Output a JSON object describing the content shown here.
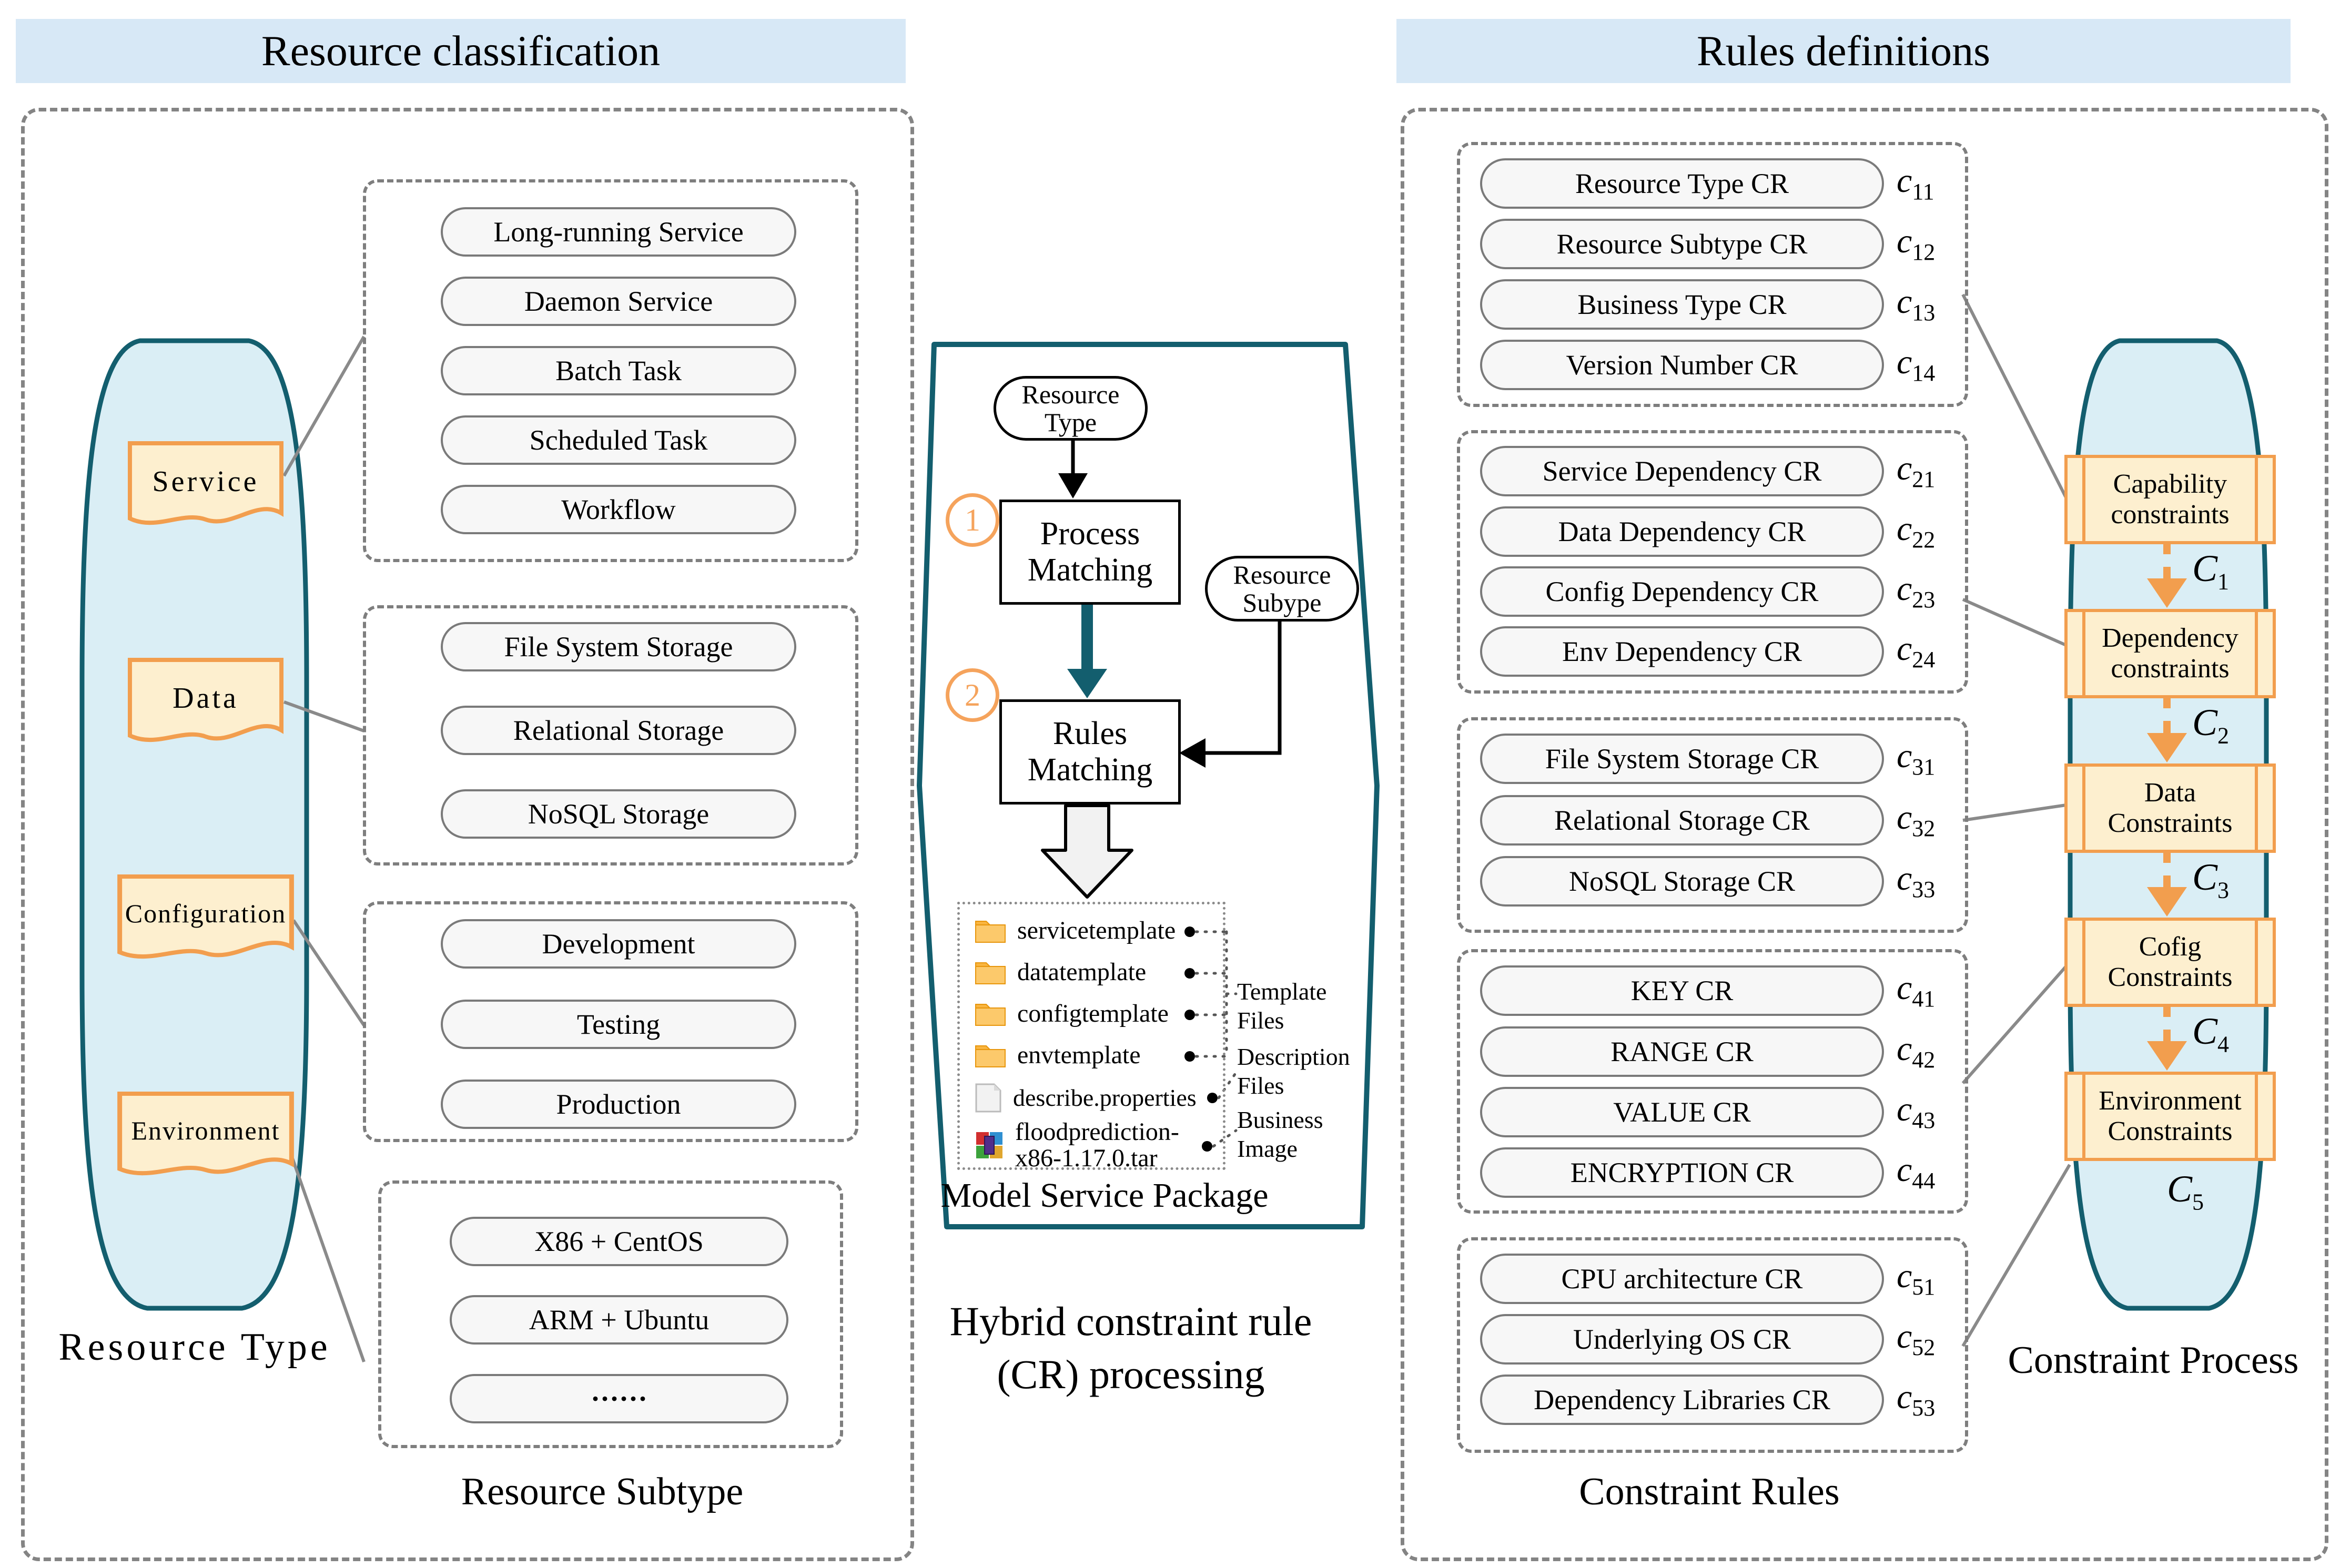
{
  "colors": {
    "header_bg": "#d7e8f6",
    "teal": "#135e6e",
    "blob_fill": "#daeef5",
    "orange": "#f29e4e",
    "orange_light": "#f5a35c",
    "cream_fill": "#fdefcf",
    "pill_fill": "#f7f7f7",
    "dash_gray": "#848484"
  },
  "left": {
    "header": "Resource classification",
    "blob_label": "Resource Type",
    "types": [
      {
        "label": "Service"
      },
      {
        "label": "Data"
      },
      {
        "label": "Configuration"
      },
      {
        "label": "Environment"
      }
    ],
    "subtype_label": "Resource Subtype",
    "groups": [
      {
        "items": [
          "Long-running Service",
          "Daemon Service",
          "Batch Task",
          "Scheduled Task",
          "Workflow"
        ]
      },
      {
        "items": [
          "File System Storage",
          "Relational Storage",
          "NoSQL Storage"
        ]
      },
      {
        "items": [
          "Development",
          "Testing",
          "Production"
        ]
      },
      {
        "items": [
          "X86 + CentOS",
          "ARM + Ubuntu",
          "······"
        ]
      }
    ]
  },
  "middle": {
    "resource_type_oval": {
      "line1": "Resource",
      "line2": "Type"
    },
    "resource_subtype_oval": {
      "line1": "Resource",
      "line2": "Subype"
    },
    "step1": "1",
    "step2": "2",
    "process_matching": {
      "line1": "Process",
      "line2": "Matching"
    },
    "rules_matching": {
      "line1": "Rules",
      "line2": "Matching"
    },
    "package": {
      "files": [
        {
          "icon": "folder-icon",
          "name": "servicetemplate"
        },
        {
          "icon": "folder-icon",
          "name": "datatemplate"
        },
        {
          "icon": "folder-icon",
          "name": "configtemplate"
        },
        {
          "icon": "folder-icon",
          "name": "envtemplate"
        },
        {
          "icon": "file-icon",
          "name": "describe.properties"
        },
        {
          "icon": "archive-icon",
          "name": "floodprediction-",
          "name2": "x86-1.17.0.tar"
        }
      ],
      "annotations": [
        {
          "line1": "Template",
          "line2": "Files"
        },
        {
          "line1": "Description",
          "line2": "Files"
        },
        {
          "line1": "Business",
          "line2": "Image"
        }
      ],
      "label": "Model Service Package"
    },
    "caption": {
      "line1": "Hybrid constraint rule",
      "line2": "(CR) processing"
    }
  },
  "right": {
    "header": "Rules definitions",
    "label": "Constraint Rules",
    "groups": [
      {
        "rows": [
          {
            "label": "Resource Type CR",
            "base": "c",
            "sub": "11"
          },
          {
            "label": "Resource Subtype CR",
            "base": "c",
            "sub": "12"
          },
          {
            "label": "Business Type CR",
            "base": "c",
            "sub": "13"
          },
          {
            "label": "Version Number CR",
            "base": "c",
            "sub": "14"
          }
        ]
      },
      {
        "rows": [
          {
            "label": "Service Dependency CR",
            "base": "c",
            "sub": "21"
          },
          {
            "label": "Data Dependency CR",
            "base": "c",
            "sub": "22"
          },
          {
            "label": "Config Dependency CR",
            "base": "c",
            "sub": "23"
          },
          {
            "label": "Env Dependency CR",
            "base": "c",
            "sub": "24"
          }
        ]
      },
      {
        "rows": [
          {
            "label": "File System Storage CR",
            "base": "c",
            "sub": "31"
          },
          {
            "label": "Relational Storage CR",
            "base": "c",
            "sub": "32"
          },
          {
            "label": "NoSQL Storage CR",
            "base": "c",
            "sub": "33"
          }
        ]
      },
      {
        "rows": [
          {
            "label": "KEY CR",
            "base": "c",
            "sub": "41"
          },
          {
            "label": "RANGE CR",
            "base": "c",
            "sub": "42"
          },
          {
            "label": "VALUE CR",
            "base": "c",
            "sub": "43"
          },
          {
            "label": "ENCRYPTION CR",
            "base": "c",
            "sub": "44"
          }
        ]
      },
      {
        "rows": [
          {
            "label": "CPU architecture CR",
            "base": "c",
            "sub": "51"
          },
          {
            "label": "Underlying OS CR",
            "base": "c",
            "sub": "52"
          },
          {
            "label": "Dependency Libraries CR",
            "base": "c",
            "sub": "53"
          }
        ]
      }
    ]
  },
  "process": {
    "label": "Constraint Process",
    "steps": [
      {
        "line1": "Capability",
        "line2": "constraints",
        "base": "C",
        "sub": "1"
      },
      {
        "line1": "Dependency",
        "line2": "constraints",
        "base": "C",
        "sub": "2"
      },
      {
        "line1": "Data",
        "line2": "Constraints",
        "base": "C",
        "sub": "3"
      },
      {
        "line1": "Cofig",
        "line2": "Constraints",
        "base": "C",
        "sub": "4"
      },
      {
        "line1": "Environment",
        "line2": "Constraints",
        "base": "C",
        "sub": "5"
      }
    ]
  }
}
